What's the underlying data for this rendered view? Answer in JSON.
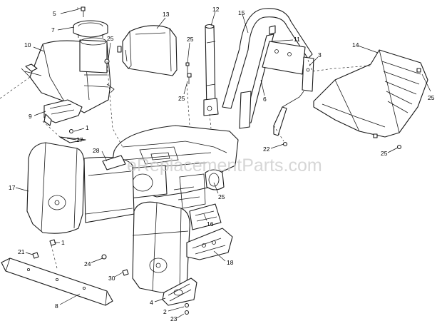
{
  "watermark": "eReplacementParts.com",
  "callouts": {
    "c5": "5",
    "c7": "7",
    "c10": "10",
    "c25a": "25",
    "c13": "13",
    "c25b": "25",
    "c25c": "25",
    "c12": "12",
    "c15": "15",
    "c11": "11",
    "c3": "3",
    "c6": "6",
    "c14": "14",
    "c25d": "25",
    "c9": "9",
    "c1a": "1",
    "c27": "27",
    "c28": "28",
    "c22": "22",
    "c25e": "25",
    "c17": "17",
    "c25f": "25",
    "c16": "16",
    "c1b": "1",
    "c21": "21",
    "c24": "24",
    "c18": "18",
    "c30": "30",
    "c8": "8",
    "c4": "4",
    "c2": "2",
    "c23": "23"
  }
}
